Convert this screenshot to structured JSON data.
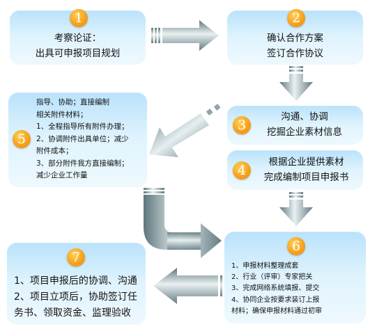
{
  "steps": {
    "s1": {
      "num": "1",
      "lines": [
        "考察论证：",
        "出具可申报项目规划"
      ]
    },
    "s2": {
      "num": "2",
      "lines": [
        "确认合作方案",
        "签订合作协议"
      ]
    },
    "s3": {
      "num": "3",
      "lines": [
        "沟通、协调",
        "挖掘企业素材信息"
      ]
    },
    "s4": {
      "num": "4",
      "lines": [
        "根据企业提供素材",
        "完成编制项目申报书"
      ]
    },
    "s5": {
      "num": "5",
      "lines": [
        "指导、协助；直接编制",
        "相关附件材料；",
        "1、全程指导所有附件办理；",
        "2、协调附件出具单位；减少",
        "附件成本；",
        "3、部分附件我方直接编制；",
        "减少企业工作量"
      ]
    },
    "s6": {
      "num": "6",
      "lines": [
        "1、申报材料整理成套",
        "2、行业（评审）专家把关",
        "3、完成网络系统填报、提交",
        "4、协同企业按要求装订上报",
        "材料；确保申报材料通过初审"
      ]
    },
    "s7": {
      "num": "7",
      "lines": [
        "1、项目申报后的协调、沟通",
        "2、项目立项后，协助签订任",
        "务书、领取资金、监理验收"
      ]
    }
  },
  "colors": {
    "box_top": "#b9e2fb",
    "box_bottom": "#eef9fe",
    "badge": "#f6a21c",
    "arrow": "#8fa6ab"
  }
}
